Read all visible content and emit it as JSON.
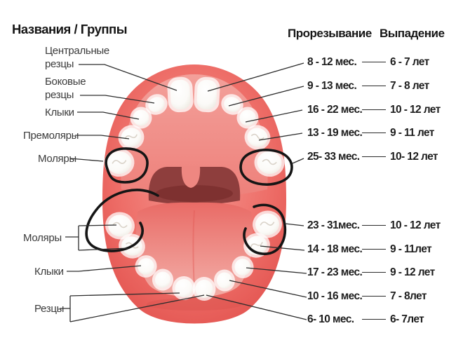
{
  "header": {
    "groups_title": "Названия / Группы",
    "eruption_title": "Прорезывание",
    "loss_title": "Выпадение"
  },
  "left_labels": [
    {
      "line1": "Центральные",
      "line2": "резцы"
    },
    {
      "line1": "Боковые",
      "line2": "резцы"
    },
    {
      "line1": "Клыки"
    },
    {
      "line1": "Премоляры"
    },
    {
      "line1": "Моляры"
    },
    {
      "line1": "Моляры"
    },
    {
      "line1": "Клыки"
    },
    {
      "line1": "Резцы"
    }
  ],
  "rows": [
    {
      "tooth_group": "Центральные резцы (верх)",
      "eruption": "8 - 12 мес.",
      "loss": "6 - 7 лет"
    },
    {
      "tooth_group": "Боковые резцы (верх)",
      "eruption": "9 - 13 мес.",
      "loss": "7 - 8 лет"
    },
    {
      "tooth_group": "Клыки (верх)",
      "eruption": "16 - 22 мес.",
      "loss": "10 - 12 лет"
    },
    {
      "tooth_group": "Премоляры (верх)",
      "eruption": "13 - 19 мес.",
      "loss": "9 - 11 лет"
    },
    {
      "tooth_group": "Моляры (верх)",
      "eruption": "25- 33 мес.",
      "loss": "10- 12 лет"
    },
    {
      "tooth_group": "Моляры (низ)",
      "eruption": "23 - 31мес.",
      "loss": "10 - 12 лет"
    },
    {
      "tooth_group": "Моляры (низ)",
      "eruption": "14 - 18 мес.",
      "loss": "9 - 11лет"
    },
    {
      "tooth_group": "Клыки (низ)",
      "eruption": "17 - 23 мес.",
      "loss": "9 - 12 лет"
    },
    {
      "tooth_group": "Резцы (низ)",
      "eruption": "10 - 16 мес.",
      "loss": "7 - 8лет"
    },
    {
      "tooth_group": "Резцы (низ)",
      "eruption": "6- 10 мес.",
      "loss": "6- 7лет"
    }
  ],
  "colors": {
    "background": "#ffffff",
    "mouth_outer": "#ee6f69",
    "mouth_edge": "#e55550",
    "palate": "#f2958f",
    "throat_dark": "#8e3e3d",
    "throat_deep": "#7b2f2e",
    "tongue": "#ec7b75",
    "tooth": "#fdfdfc",
    "marker_circle": "#151515",
    "connector_line": "#2d2d2d",
    "text_dark": "#1e1e1e",
    "label_gray": "#3b3b3b"
  }
}
